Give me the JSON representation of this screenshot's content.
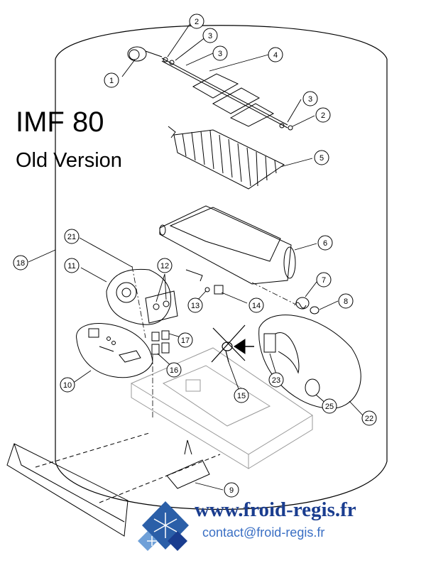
{
  "title": "IMF 80",
  "subtitle": "Old Version",
  "website": "www.froid-regis.fr",
  "contact": "contact@froid-regis.fr",
  "callouts": [
    "1",
    "2",
    "3",
    "3",
    "2",
    "3",
    "4",
    "5",
    "6",
    "7",
    "8",
    "9",
    "10",
    "11",
    "12",
    "13",
    "14",
    "15",
    "16",
    "17",
    "18",
    "21",
    "22",
    "23",
    "25"
  ],
  "colors": {
    "line": "#000000",
    "faint_line": "#999999",
    "brand_blue": "#1a3d8f",
    "mail_blue": "#3a6fc4"
  },
  "icons": [
    "snowflake-logo-icon"
  ]
}
